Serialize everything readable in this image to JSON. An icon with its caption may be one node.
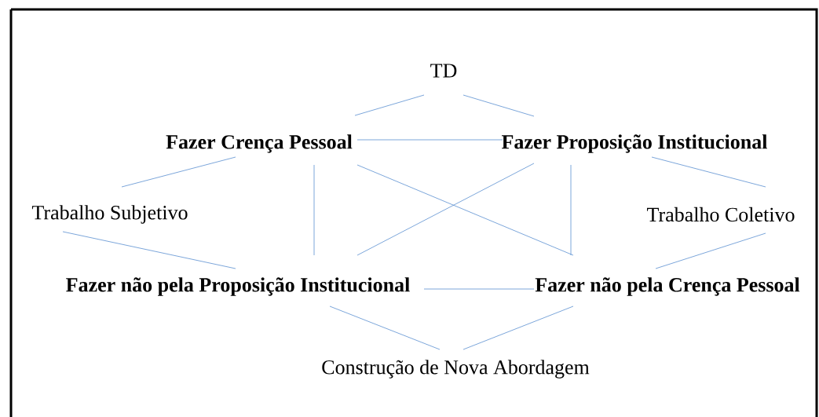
{
  "diagram": {
    "nodes": [
      {
        "text": [
          "TD"
        ]
      },
      {
        "text": [
          "Fazer Crença Pessoal"
        ]
      },
      {
        "text": [
          "Fazer Proposição Institucional"
        ]
      },
      {
        "text": [
          "Trabalho Subjetivo"
        ]
      },
      {
        "text": [
          "Trabalho Coletivo"
        ]
      },
      {
        "text": [
          "Fazer não pela Proposição Institucional"
        ]
      },
      {
        "text": [
          "Fazer não pela Crença Pessoal"
        ]
      },
      {
        "text": [
          "Construção de Nova Abordagem"
        ]
      }
    ],
    "edges": [
      {
        "from": 0,
        "to": 1,
        "arrow": "none"
      },
      {
        "from": 0,
        "to": 2,
        "arrow": "none"
      },
      {
        "from": 1,
        "to": 2,
        "arrow": "none"
      },
      {
        "from": 1,
        "to": 3,
        "arrow": "none"
      },
      {
        "from": 2,
        "to": 4,
        "arrow": "none"
      },
      {
        "from": 3,
        "to": 5,
        "arrow": "none"
      },
      {
        "from": 4,
        "to": 6,
        "arrow": "none"
      },
      {
        "from": 1,
        "to": 5,
        "arrow": "none"
      },
      {
        "from": 2,
        "to": 6,
        "arrow": "none"
      },
      {
        "from": 1,
        "to": 6,
        "arrow": "none"
      },
      {
        "from": 2,
        "to": 5,
        "arrow": "none"
      },
      {
        "from": 5,
        "to": 6,
        "arrow": "none"
      },
      {
        "from": 5,
        "to": 7,
        "arrow": "none"
      },
      {
        "from": 6,
        "to": 7,
        "arrow": "none"
      }
    ]
  }
}
